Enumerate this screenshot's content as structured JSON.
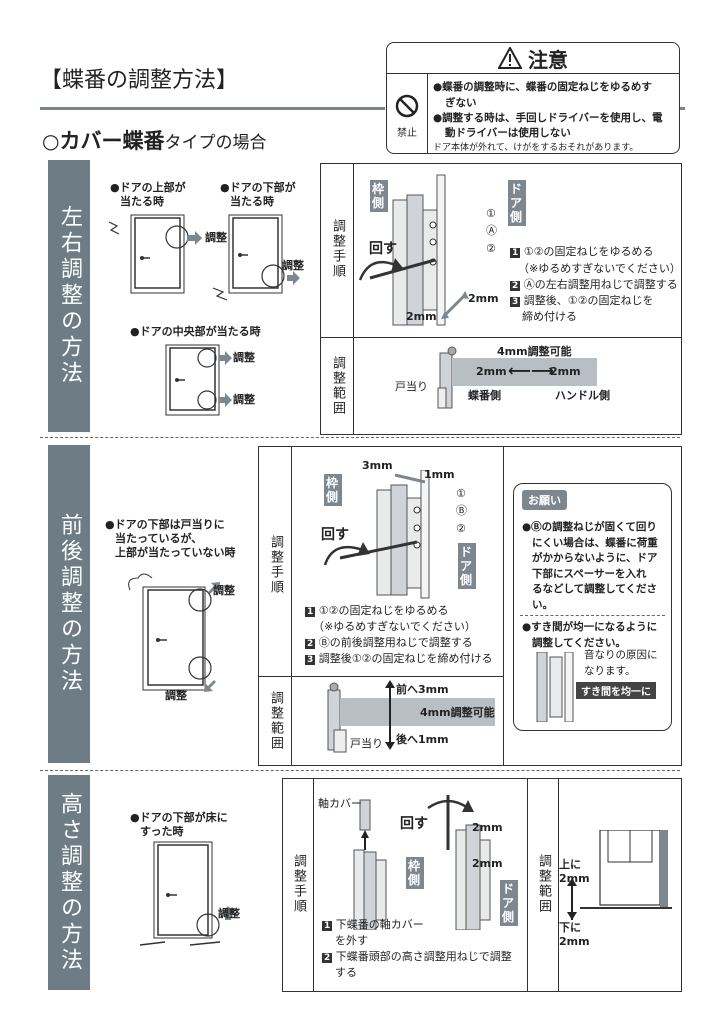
{
  "header": {
    "title": "【蝶番の調整方法】",
    "subtitle_mark": "○",
    "subtitle_bold": "カバー蝶番",
    "subtitle_rest": "タイプの場合"
  },
  "caution": {
    "title": "注意",
    "prohibit_label": "禁止",
    "line1": "●蝶番の調整時に、蝶番の固定ねじをゆるめす",
    "line1b": "ぎない",
    "line2": "●調整する時は、手回しドライバーを使用し、電",
    "line2b": "動ドライバーは使用しない",
    "note": "ドア本体が外れて、けがをするおそれがあります。"
  },
  "sec1": {
    "label": "左右調整の方法",
    "c1": "●ドアの上部が",
    "c1b": "当たる時",
    "c2": "●ドアの下部が",
    "c2b": "当たる時",
    "c3": "●ドアの中央部が当たる時",
    "adj": "調整",
    "proc_label": "調整手順",
    "range_label": "調整範囲",
    "frame": "枠側",
    "door": "ドア側",
    "turn": "回す",
    "n1": "①",
    "nA": "Ⓐ",
    "n2": "②",
    "mm2": "2mm",
    "s1": "①②の固定ねじをゆるめる",
    "s1b": "（※ゆるめすぎないでください）",
    "s2": "Ⓐの左右調整用ねじで調整する",
    "s3": "調整後、①②の固定ねじを",
    "s3b": "締め付ける",
    "range": "4mm調整可能",
    "stop": "戸当り",
    "hinge_side": "蝶番側",
    "handle_side": "ハンドル側"
  },
  "sec2": {
    "label": "前後調整の方法",
    "c1": "●ドアの下部は戸当りに",
    "c1b": "当たっているが、",
    "c1c": "上部が当たっていない時",
    "adj": "調整",
    "proc_label": "調整手順",
    "range_label": "調整範囲",
    "frame": "枠側",
    "door": "ドア側",
    "turn": "回す",
    "mm3": "3mm",
    "mm1": "1mm",
    "n1": "①",
    "nB": "Ⓑ",
    "n2": "②",
    "s1": "①②の固定ねじをゆるめる",
    "s1b": "（※ゆるめすぎないでください）",
    "s2": "Ⓑの前後調整用ねじで調整する",
    "s3": "調整後①②の固定ねじを締め付ける",
    "fwd": "前へ3mm",
    "back": "後へ1mm",
    "range": "4mm調整可能",
    "stop": "戸当り",
    "req_title": "お願い",
    "r1": "●Ⓑの調整ねじが固くて回り",
    "r1b": "にくい場合は、蝶番に荷重",
    "r1c": "がかからないように、ドア",
    "r1d": "下部にスペーサーを入れ",
    "r1e": "るなどして調整してくださ",
    "r1f": "い。",
    "r2": "●すき間が均一になるように",
    "r2b": "調整してください。",
    "r3": "音なりの原因に",
    "r3b": "なります。",
    "gap": "すき間を均一に"
  },
  "sec3": {
    "label": "高さ調整の方法",
    "c1": "●ドアの下部が床に",
    "c1b": "すった時",
    "adj": "調整",
    "proc_label": "調整手順",
    "range_label": "調整範囲",
    "cover": "軸カバー",
    "turn": "回す",
    "frame": "枠側",
    "door": "ドア側",
    "mm2": "2mm",
    "s1": "下蝶番の軸カバー",
    "s1b": "を外す",
    "s2": "下蝶番頭部の高さ調整用ねじで調整",
    "s2b": "する",
    "up": "上に",
    "up_mm": "2mm",
    "down": "下に",
    "down_mm": "2mm"
  }
}
